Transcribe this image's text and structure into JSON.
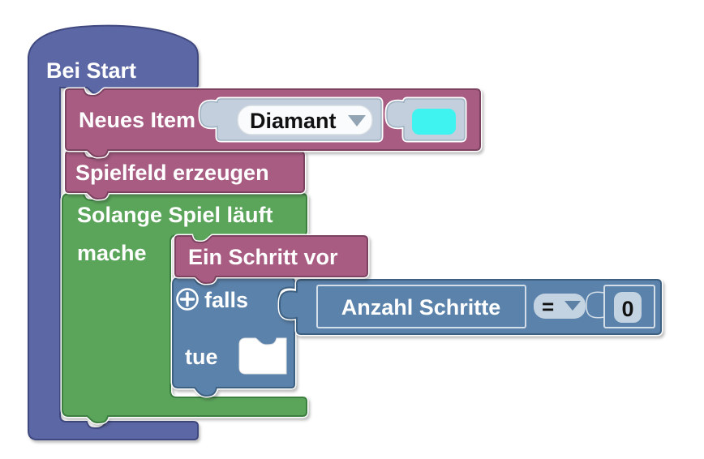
{
  "app": {
    "name": "Blockly Arbeitsflaeche",
    "canvas_bg": "#FFFFFF"
  },
  "colors": {
    "start_block": "#5C67A5",
    "start_border": "#40497F",
    "action_block": "#A85C82",
    "action_border": "#7C4360",
    "loop_block": "#5BA55B",
    "loop_border": "#3C7F40",
    "logic_block": "#5B82AB",
    "logic_border": "#3E6182",
    "socket_fill": "#C3CFDC",
    "socket_border": "#9FB2C2",
    "dropdown_fill": "#FAFBFC",
    "dropdown_border": "#D4DBE2",
    "field_pill": "#C4D3E1",
    "color_value": "#3EF3F0",
    "arrow_gray": "#93A5B5",
    "arrow_blue": "#5D81A5",
    "frame_stroke": "#D3DEE8",
    "label_text": "#FFFFFF",
    "field_text": "#111111"
  },
  "blocks": {
    "start": {
      "label": "Bei Start"
    },
    "new_item": {
      "label": "Neues Item",
      "item_dropdown": "Diamant",
      "color_value": "#3EF3F0"
    },
    "create_board": {
      "label": "Spielfeld erzeugen"
    },
    "game_loop": {
      "label": "Solange Spiel läuft",
      "do_label": "mache"
    },
    "step": {
      "label": "Ein Schritt vor"
    },
    "if_block": {
      "label": "falls",
      "then_label": "tue",
      "mutator_icon": "plus-circle-icon"
    },
    "condition": {
      "left_operand": "Anzahl Schritte",
      "operator": "=",
      "right_operand": "0"
    }
  }
}
